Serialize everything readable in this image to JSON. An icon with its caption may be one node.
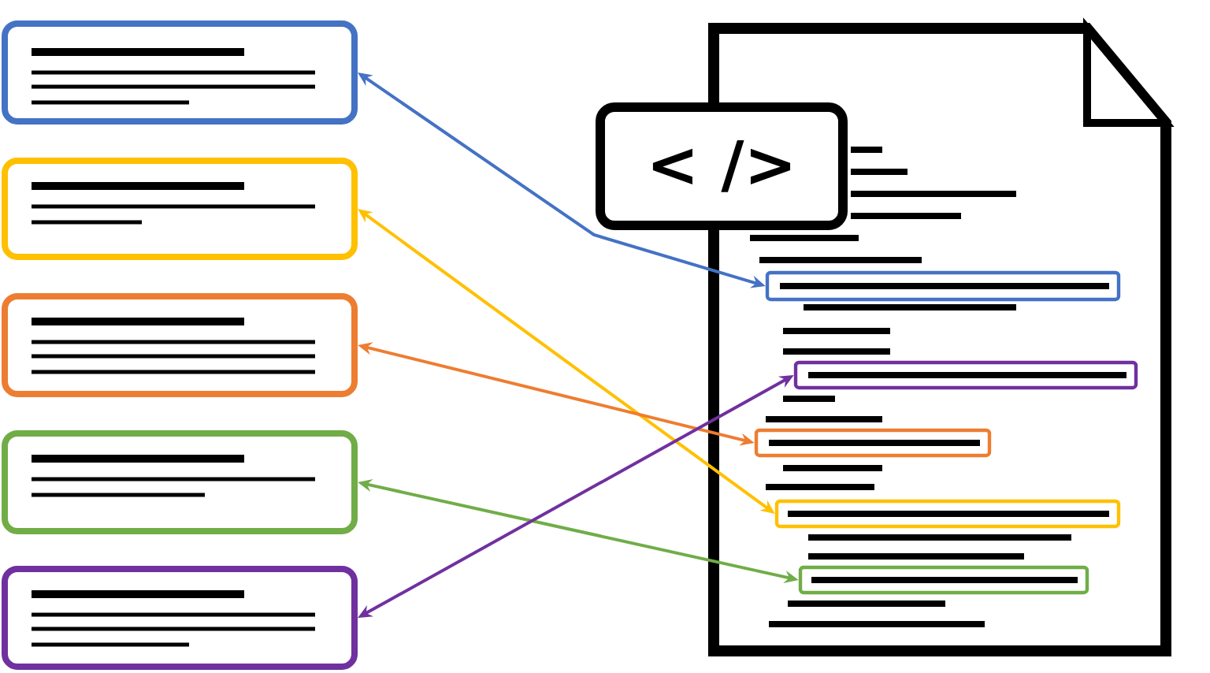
{
  "diagram": {
    "nodes": [
      {
        "text": [],
        "shape": "box"
      },
      {
        "text": [],
        "shape": "box"
      },
      {
        "text": [],
        "shape": "box"
      },
      {
        "text": [],
        "shape": "box"
      },
      {
        "text": [],
        "shape": "box"
      },
      {
        "text": [],
        "shape": "document"
      },
      {
        "text": [
          "< />"
        ]
      },
      {
        "text": [],
        "shape": "box",
        "in": 5
      },
      {
        "text": [],
        "shape": "box",
        "in": 5
      },
      {
        "text": [],
        "shape": "box",
        "in": 5
      },
      {
        "text": [],
        "shape": "box",
        "in": 5
      },
      {
        "text": [],
        "shape": "box",
        "in": 5
      }
    ],
    "edges": [
      {
        "from": 0,
        "to": 7,
        "arrow": "both",
        "color": "#4472c4"
      },
      {
        "from": 1,
        "to": 10,
        "arrow": "both",
        "color": "#ffc000"
      },
      {
        "from": 2,
        "to": 9,
        "arrow": "both",
        "color": "#ed7d31"
      },
      {
        "from": 3,
        "to": 11,
        "arrow": "both",
        "color": "#70ad47"
      },
      {
        "from": 4,
        "to": 8,
        "arrow": "both",
        "color": "#7030a0"
      }
    ]
  }
}
